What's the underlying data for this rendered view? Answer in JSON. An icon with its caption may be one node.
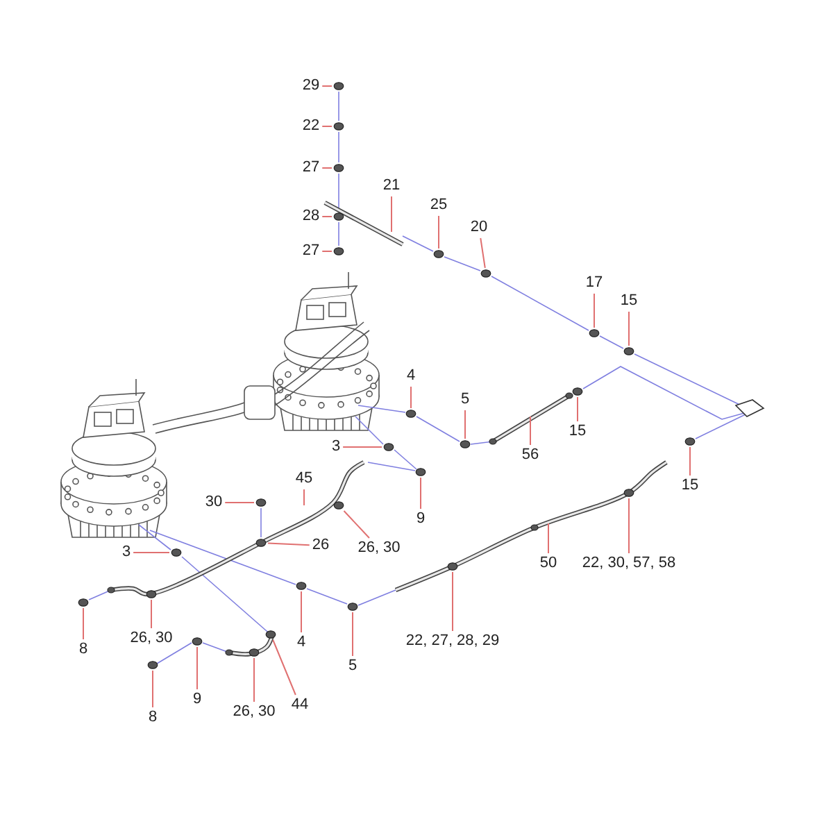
{
  "diagram": {
    "nodes": [
      {
        "text": [
          "29"
        ]
      },
      {
        "text": [
          "22"
        ]
      },
      {
        "text": [
          "27"
        ]
      },
      {
        "text": [
          "21"
        ]
      },
      {
        "text": [
          "28"
        ]
      },
      {
        "text": [
          "27"
        ]
      },
      {
        "text": [
          "25"
        ]
      },
      {
        "text": [
          "20"
        ]
      },
      {
        "text": [
          "17"
        ]
      },
      {
        "text": [
          "15"
        ]
      },
      {
        "text": [
          "4"
        ]
      },
      {
        "text": [
          "5"
        ]
      },
      {
        "text": [
          "3"
        ]
      },
      {
        "text": [
          "15"
        ]
      },
      {
        "text": [
          "56"
        ]
      },
      {
        "text": [
          "9"
        ]
      },
      {
        "text": [
          "15"
        ]
      },
      {
        "text": [
          "30"
        ]
      },
      {
        "text": [
          "45"
        ]
      },
      {
        "text": [
          "26"
        ]
      },
      {
        "text": [
          "26, 30"
        ]
      },
      {
        "text": [
          "3"
        ]
      },
      {
        "text": [
          "50"
        ]
      },
      {
        "text": [
          "22, 30, 57, 58"
        ]
      },
      {
        "text": [
          "8"
        ]
      },
      {
        "text": [
          "26, 30"
        ]
      },
      {
        "text": [
          "4"
        ]
      },
      {
        "text": [
          "5"
        ]
      },
      {
        "text": [
          "22, 27, 28, 29"
        ]
      },
      {
        "text": [
          "9"
        ]
      },
      {
        "text": [
          "8"
        ]
      },
      {
        "text": [
          "26, 30"
        ]
      },
      {
        "text": [
          "44"
        ]
      },
      {
        "text": [],
        "shape": "circle"
      },
      {
        "text": [],
        "shape": "circle"
      },
      {
        "text": [],
        "shape": "circle"
      },
      {
        "text": [],
        "shape": "circle"
      },
      {
        "text": [],
        "shape": "circle"
      },
      {
        "text": [],
        "shape": "circle"
      },
      {
        "text": [],
        "shape": "circle"
      },
      {
        "text": [],
        "shape": "circle"
      },
      {
        "text": [],
        "shape": "circle"
      },
      {
        "text": [],
        "shape": "circle"
      },
      {
        "text": [],
        "shape": "circle"
      },
      {
        "text": [],
        "shape": "circle"
      },
      {
        "text": [],
        "shape": "circle"
      },
      {
        "text": [],
        "shape": "circle"
      },
      {
        "text": [],
        "shape": "circle"
      },
      {
        "text": [],
        "shape": "circle"
      },
      {
        "text": [],
        "shape": "circle"
      },
      {
        "text": [],
        "shape": "circle"
      },
      {
        "text": [],
        "shape": "circle"
      },
      {
        "text": [],
        "shape": "circle"
      },
      {
        "text": [],
        "shape": "circle"
      },
      {
        "text": [],
        "shape": "circle"
      },
      {
        "text": [],
        "shape": "circle"
      },
      {
        "text": [],
        "shape": "circle"
      },
      {
        "text": [],
        "shape": "circle"
      },
      {
        "text": [],
        "shape": "circle"
      },
      {
        "text": [],
        "shape": "circle"
      },
      {
        "text": [],
        "shape": "circle"
      },
      {
        "text": [],
        "shape": "circle"
      }
    ],
    "edges": [
      {
        "from": 0,
        "to": 33,
        "arrow": "none"
      },
      {
        "from": 1,
        "to": 34,
        "arrow": "none"
      },
      {
        "from": 2,
        "to": 35,
        "arrow": "none"
      },
      {
        "from": 3,
        "to": null,
        "arrow": "none"
      },
      {
        "from": 4,
        "to": 36,
        "arrow": "none"
      },
      {
        "from": 5,
        "to": 37,
        "arrow": "none"
      },
      {
        "from": 6,
        "to": 38,
        "arrow": "none"
      },
      {
        "from": 7,
        "to": 39,
        "arrow": "none"
      },
      {
        "from": 8,
        "to": 40,
        "arrow": "none"
      },
      {
        "from": 9,
        "to": 41,
        "arrow": "none"
      },
      {
        "from": 10,
        "to": 42,
        "arrow": "none"
      },
      {
        "from": 11,
        "to": 43,
        "arrow": "none"
      },
      {
        "from": 12,
        "to": 44,
        "arrow": "none"
      },
      {
        "from": 13,
        "to": 45,
        "arrow": "none"
      },
      {
        "from": 14,
        "to": null,
        "arrow": "none"
      },
      {
        "from": 15,
        "to": 46,
        "arrow": "none"
      },
      {
        "from": 16,
        "to": 47,
        "arrow": "none"
      },
      {
        "from": 17,
        "to": 48,
        "arrow": "none"
      },
      {
        "from": 18,
        "to": null,
        "arrow": "none"
      },
      {
        "from": 19,
        "to": 49,
        "arrow": "none"
      },
      {
        "from": 20,
        "to": 50,
        "arrow": "none"
      },
      {
        "from": 21,
        "to": 51,
        "arrow": "none"
      },
      {
        "from": 22,
        "to": null,
        "arrow": "none"
      },
      {
        "from": 23,
        "to": 52,
        "arrow": "none"
      },
      {
        "from": 24,
        "to": 53,
        "arrow": "none"
      },
      {
        "from": 25,
        "to": 54,
        "arrow": "none"
      },
      {
        "from": 26,
        "to": 55,
        "arrow": "none"
      },
      {
        "from": 27,
        "to": 56,
        "arrow": "none"
      },
      {
        "from": 28,
        "to": 57,
        "arrow": "none"
      },
      {
        "from": 29,
        "to": 58,
        "arrow": "none"
      },
      {
        "from": 30,
        "to": 59,
        "arrow": "none"
      },
      {
        "from": 31,
        "to": 60,
        "arrow": "none"
      },
      {
        "from": 32,
        "to": 61,
        "arrow": "none"
      }
    ]
  }
}
